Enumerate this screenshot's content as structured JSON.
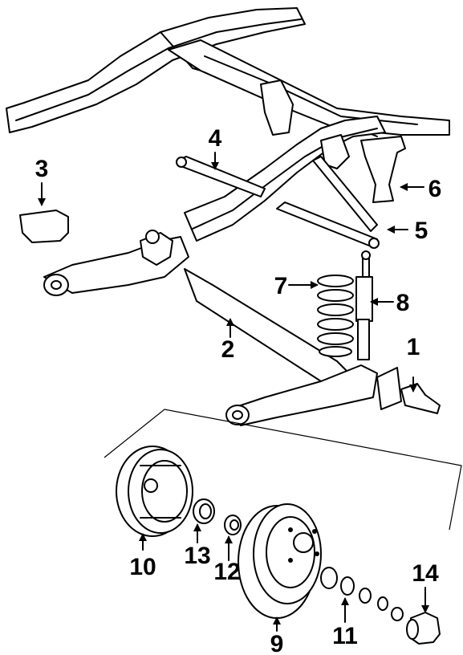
{
  "callouts": [
    {
      "id": "1",
      "text": "1"
    },
    {
      "id": "2",
      "text": "2"
    },
    {
      "id": "3",
      "text": "3"
    },
    {
      "id": "4",
      "text": "4"
    },
    {
      "id": "5",
      "text": "5"
    },
    {
      "id": "6",
      "text": "6"
    },
    {
      "id": "7",
      "text": "7"
    },
    {
      "id": "8",
      "text": "8"
    },
    {
      "id": "9",
      "text": "9"
    },
    {
      "id": "10",
      "text": "10"
    },
    {
      "id": "11",
      "text": "11"
    },
    {
      "id": "12",
      "text": "12"
    },
    {
      "id": "13",
      "text": "13"
    },
    {
      "id": "14",
      "text": "14"
    }
  ]
}
